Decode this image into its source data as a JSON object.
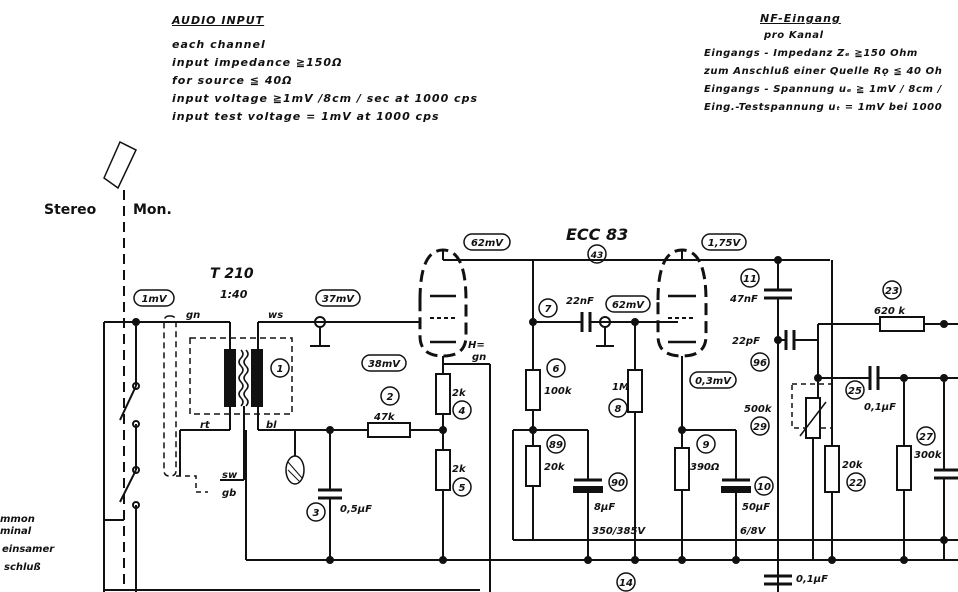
{
  "header_en": {
    "title": "AUDIO INPUT",
    "lines": [
      "each channel",
      "input impedance ≧150Ω",
      "for source ≦ 40Ω",
      "input voltage ≧1mV /8cm / sec at 1000 cps",
      "input test voltage = 1mV at 1000 cps"
    ]
  },
  "header_de": {
    "title": "NF-Eingang",
    "subtitle": "pro Kanal",
    "lines": [
      "Eingangs - Impedanz Zₑ ≧150 Ohm",
      "zum Anschluß einer Quelle Rǫ ≦ 40 Oh",
      "Eingangs - Spannung uₑ ≧ 1mV / 8cm /",
      "Eing.-Testspannung uₜ = 1mV bei 1000"
    ]
  },
  "labels": {
    "stereo": "Stereo",
    "mono": "Mon.",
    "tube": "ECC 83",
    "tube_ref": "43",
    "transformer": "T 210",
    "ratio": "1:40",
    "common_terminal": [
      "mmon",
      "minal",
      "einsamer",
      "schluß"
    ]
  },
  "voltages": [
    "1mV",
    "37mV",
    "62mV",
    "38mV",
    "62mV",
    "1,75V",
    "0,3mV"
  ],
  "wire_labels": [
    "gn",
    "ws",
    "rt",
    "bl",
    "sw",
    "gb",
    "H=",
    "gn"
  ],
  "components": [
    {
      "ref": "1",
      "value": ""
    },
    {
      "ref": "2",
      "value": "47k"
    },
    {
      "ref": "3",
      "value": "0,5µF"
    },
    {
      "ref": "4",
      "value": "2k"
    },
    {
      "ref": "5",
      "value": "2k"
    },
    {
      "ref": "6",
      "value": "100k"
    },
    {
      "ref": "7",
      "value": "22nF"
    },
    {
      "ref": "8",
      "value": "1M"
    },
    {
      "ref": "9",
      "value": "390Ω"
    },
    {
      "ref": "10",
      "value": "50µF"
    },
    {
      "ref": "11",
      "value": "47nF"
    },
    {
      "ref": "14",
      "value": ""
    },
    {
      "ref": "22",
      "value": "20k"
    },
    {
      "ref": "23",
      "value": "620 k"
    },
    {
      "ref": "25",
      "value": "0,1µF"
    },
    {
      "ref": "27",
      "value": "300k"
    },
    {
      "ref": "29",
      "value": "500k"
    },
    {
      "ref": "89",
      "value": "20k"
    },
    {
      "ref": "90",
      "value": "8µF"
    },
    {
      "ref": "96",
      "value": "22pF"
    }
  ],
  "extra_values": [
    "350/385V",
    "6/8V",
    "0,1µF"
  ]
}
